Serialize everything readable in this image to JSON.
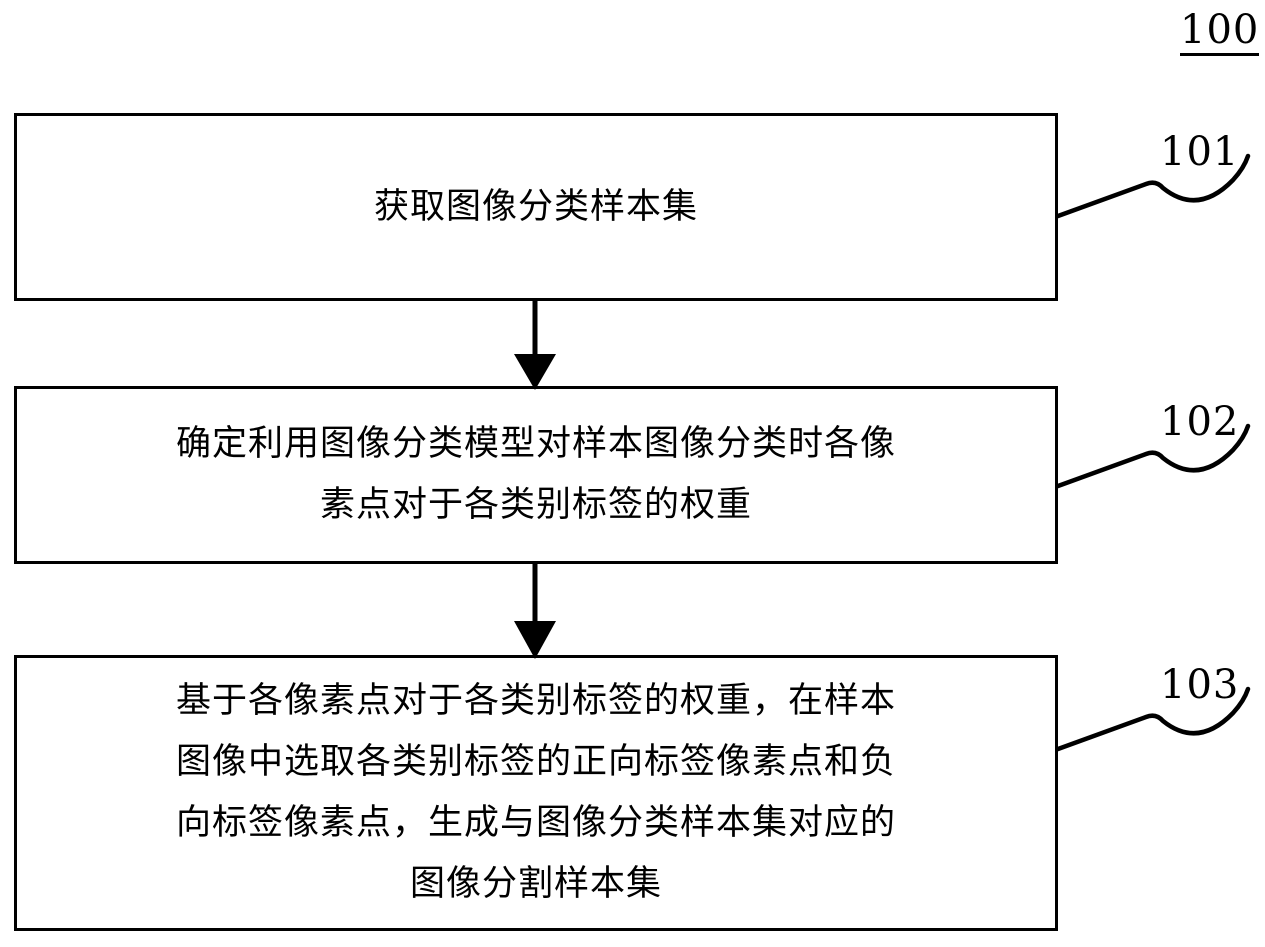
{
  "figure": {
    "number": "100",
    "title_label": "100"
  },
  "steps": [
    {
      "ref": "101",
      "text": "获取图像分类样本集"
    },
    {
      "ref": "102",
      "text": "确定利用图像分类模型对样本图像分类时各像\n素点对于各类别标签的权重"
    },
    {
      "ref": "103",
      "text": "基于各像素点对于各类别标签的权重，在样本\n图像中选取各类别标签的正向标签像素点和负\n向标签像素点，生成与图像分类样本集对应的\n图像分割样本集"
    }
  ],
  "connectors": [
    {
      "name": "arrow-101-to-102",
      "from": "101",
      "to": "102"
    },
    {
      "name": "arrow-102-to-103",
      "from": "102",
      "to": "103"
    }
  ],
  "colors": {
    "line": "#000000",
    "background": "#ffffff",
    "text": "#000000"
  }
}
